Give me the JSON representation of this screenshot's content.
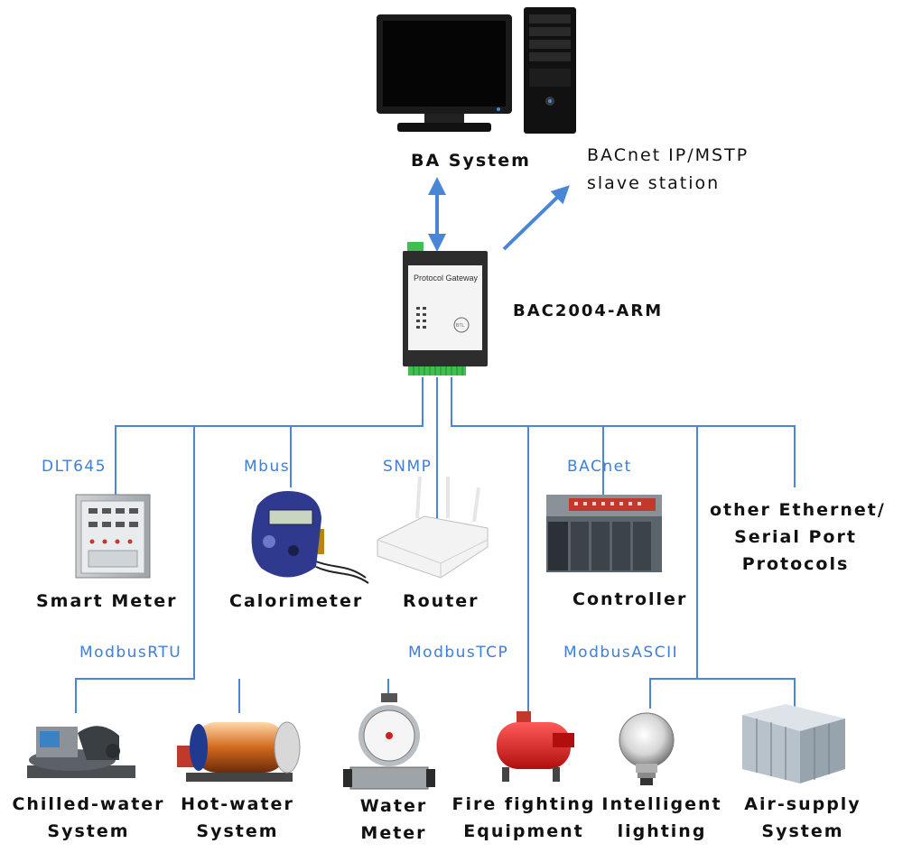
{
  "nodes": {
    "ba_system": "BA System",
    "slave_station": [
      "BACnet IP/MSTP",
      "slave station"
    ],
    "gateway_model": "BAC2004-ARM",
    "gateway_face": "Protocol Gateway",
    "btl_mark": "BTL",
    "smart_meter": "Smart Meter",
    "calorimeter": "Calorimeter",
    "router": "Router",
    "controller": "Controller",
    "other_protocols": [
      "other Ethernet/",
      "Serial Port",
      "Protocols"
    ],
    "chilled_water": [
      "Chilled-water",
      "System"
    ],
    "hot_water": [
      "Hot-water",
      "System"
    ],
    "water_meter": [
      "Water",
      "Meter"
    ],
    "fire_fighting": [
      "Fire fighting",
      "Equipment"
    ],
    "intelligent_lighting": [
      "Intelligent",
      "lighting"
    ],
    "air_supply": [
      "Air-supply",
      "System"
    ]
  },
  "protocols": {
    "dlt645": "DLT645",
    "mbus": "Mbus",
    "snmp": "SNMP",
    "bacnet": "BACnet",
    "modbus_rtu": "ModbusRTU",
    "modbus_tcp": "ModbusTCP",
    "modbus_ascii": "ModbusASCII"
  },
  "colors": {
    "connector": "#4a86d8",
    "protocol_text": "#3f7fd4",
    "label_text": "#111111"
  }
}
